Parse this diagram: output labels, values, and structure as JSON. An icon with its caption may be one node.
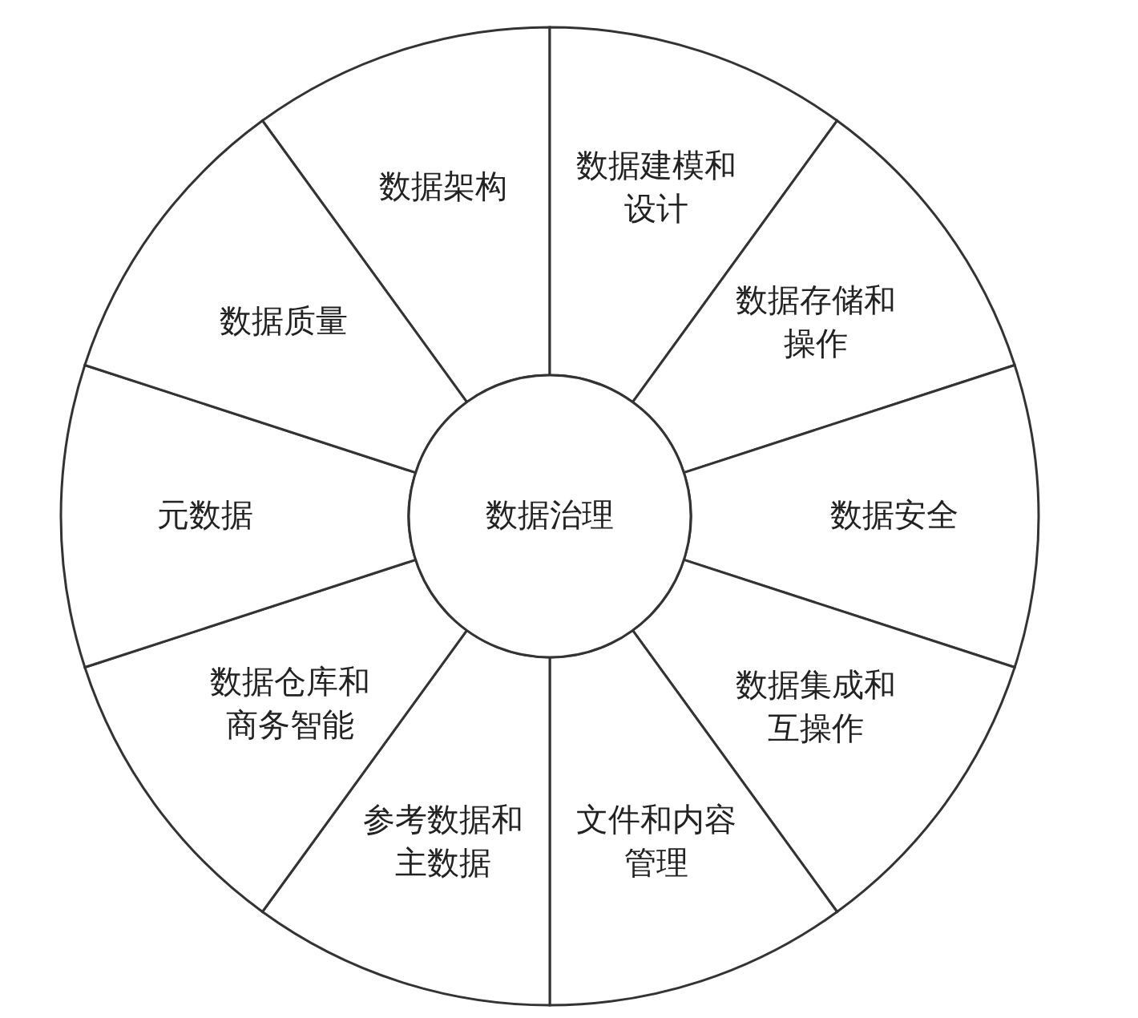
{
  "diagram": {
    "nodes": [
      {
        "text": [
          "数据治理"
        ]
      },
      {
        "text": [
          "数据架构"
        ]
      },
      {
        "text": [
          "数据建模和设计"
        ]
      },
      {
        "text": [
          "数据存储和操作"
        ]
      },
      {
        "text": [
          "数据安全"
        ]
      },
      {
        "text": [
          "数据集成和互操作"
        ]
      },
      {
        "text": [
          "文件和内容管理"
        ]
      },
      {
        "text": [
          "参考数据和主数据"
        ]
      },
      {
        "text": [
          "数据仓库和商务智能"
        ]
      },
      {
        "text": [
          "元数据"
        ]
      },
      {
        "text": [
          "数据质量"
        ]
      }
    ]
  }
}
